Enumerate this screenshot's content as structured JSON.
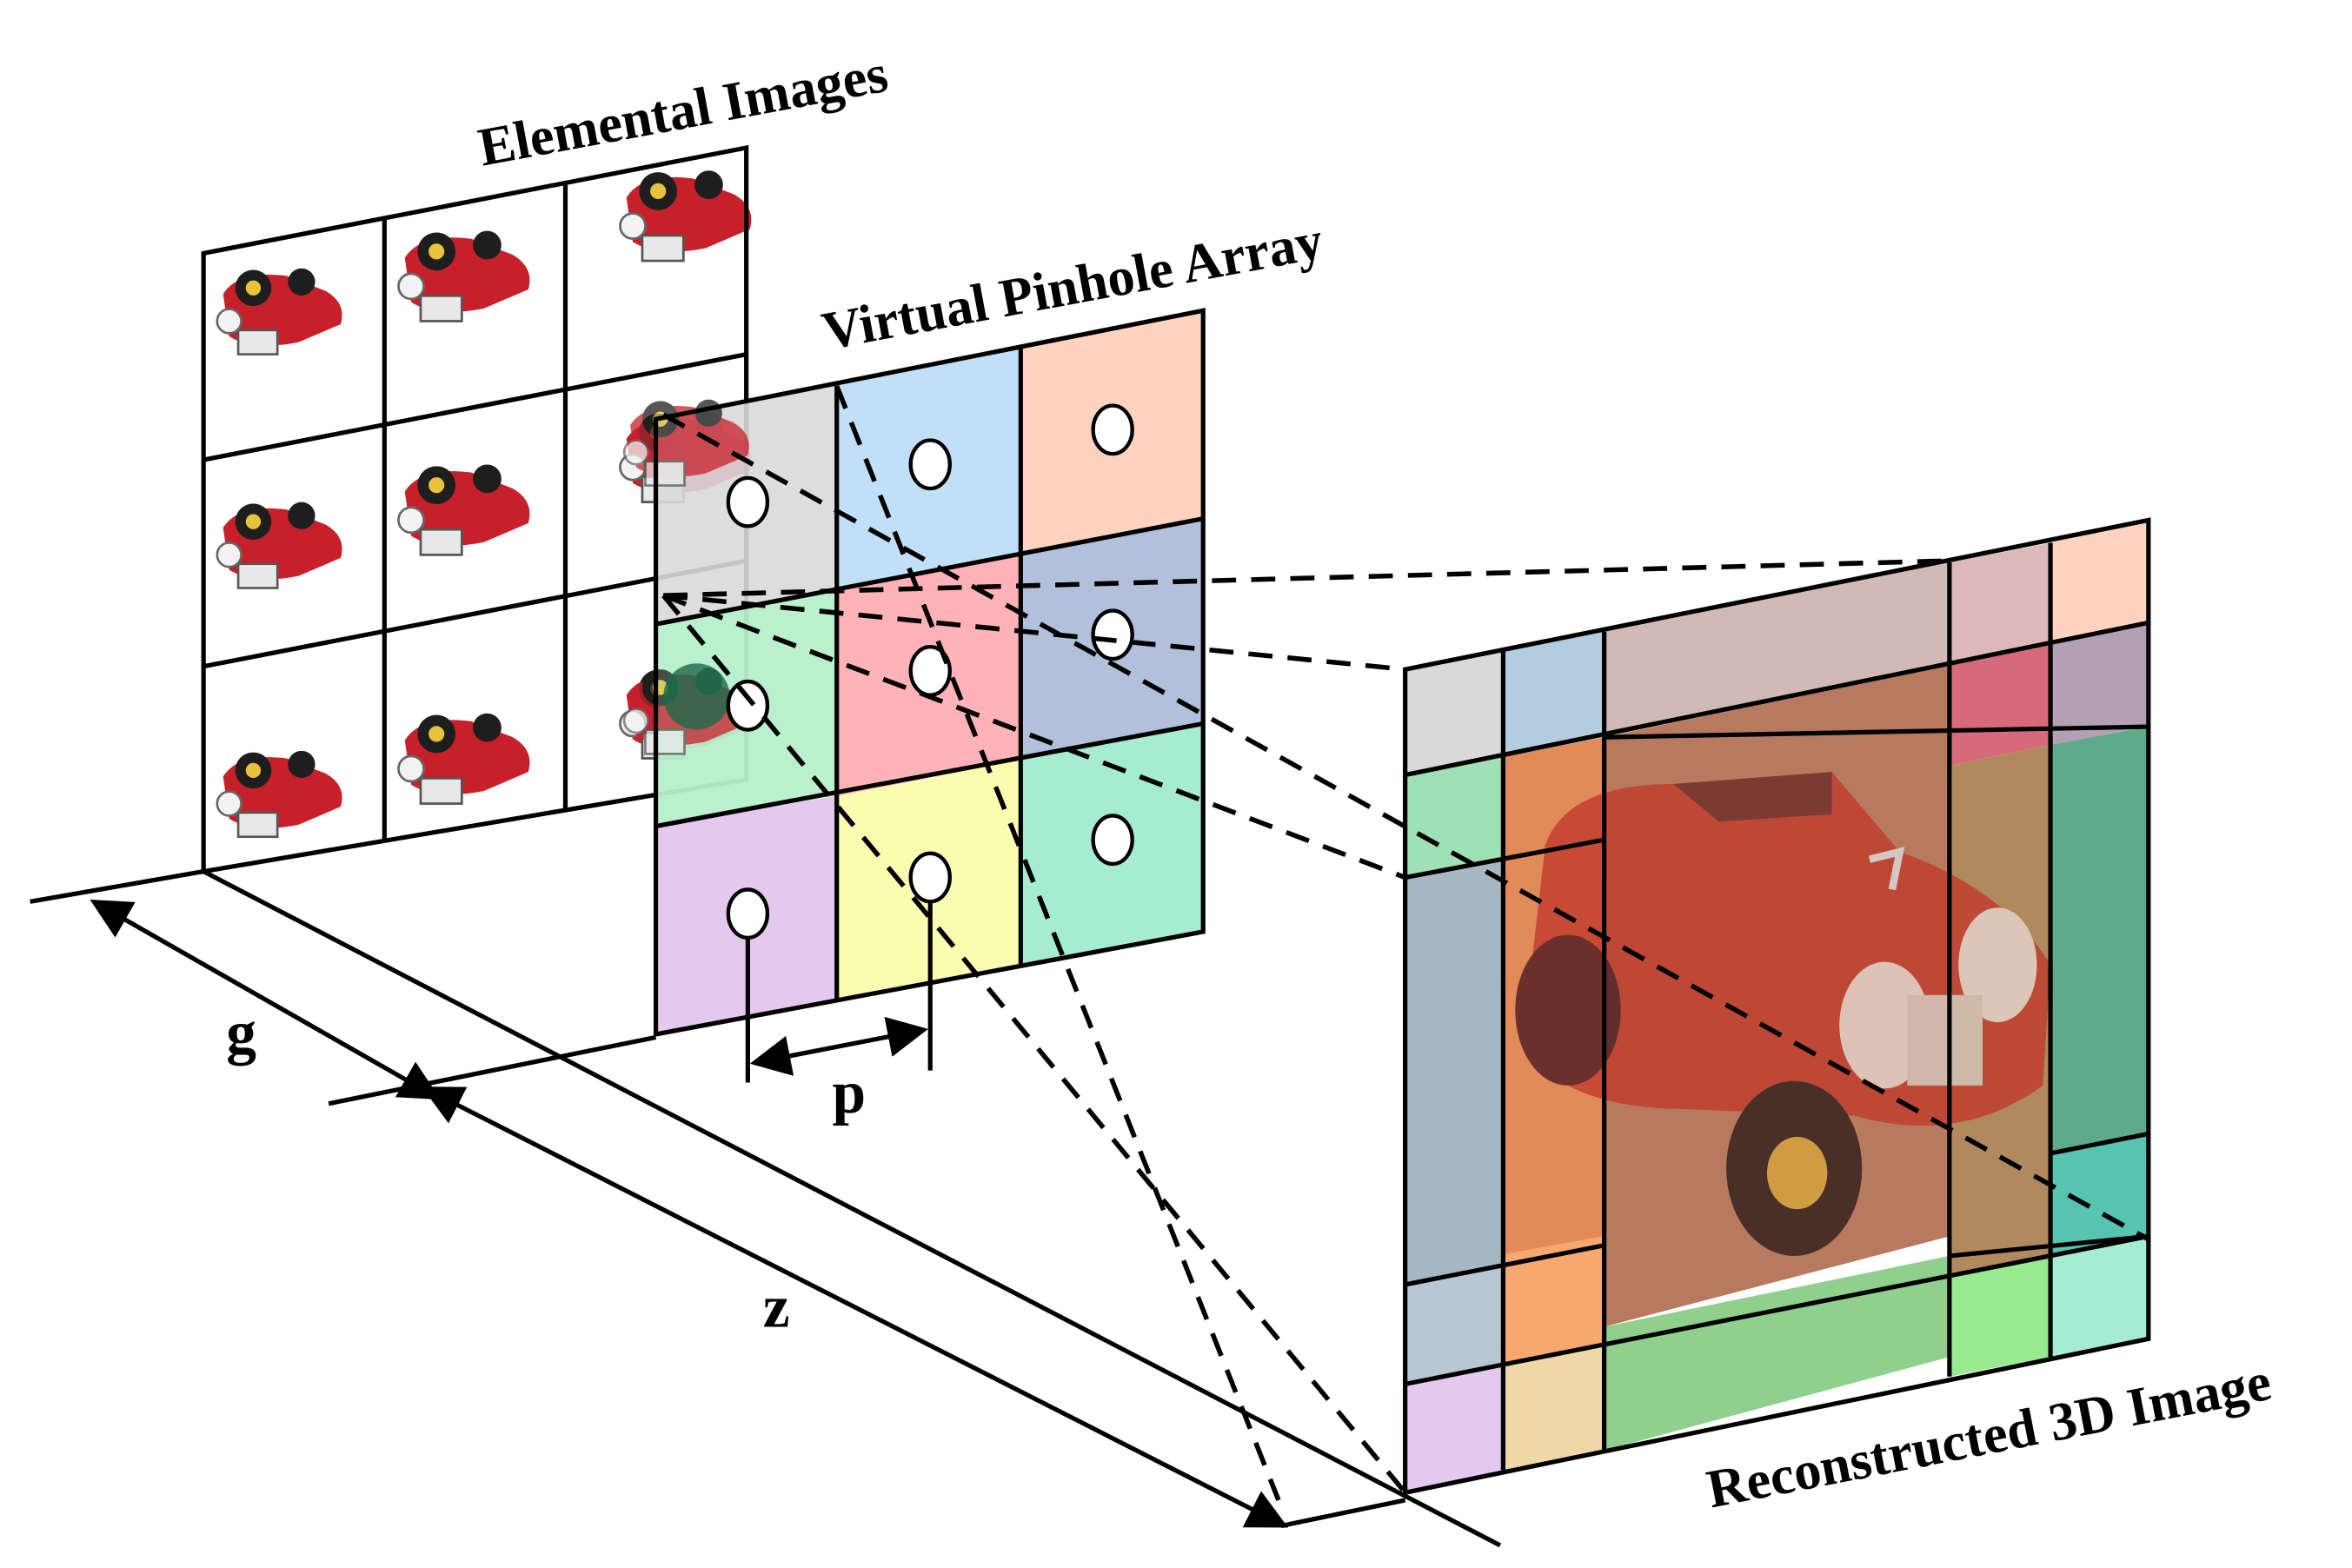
{
  "labels": {
    "elemental_images": "Elemental Images",
    "virtual_pinhole_array": "Virtual Pinhole Array",
    "reconstructed_3d_image": "Reconstructed 3D Image",
    "g": "g",
    "p": "p",
    "z": "z"
  },
  "colors": {
    "car_red": "#c8202a",
    "car_dark": "#1e1e1e",
    "pinhole_cells": [
      "#d9d9d9",
      "#bfe0f7",
      "#ffd3c0",
      "#b5f0cc",
      "#ffb3b8",
      "#b3c0dc",
      "#e4c8ee",
      "#fcfcb0",
      "#a6ecd0"
    ],
    "reconstructed_tint": "#b0441f"
  }
}
